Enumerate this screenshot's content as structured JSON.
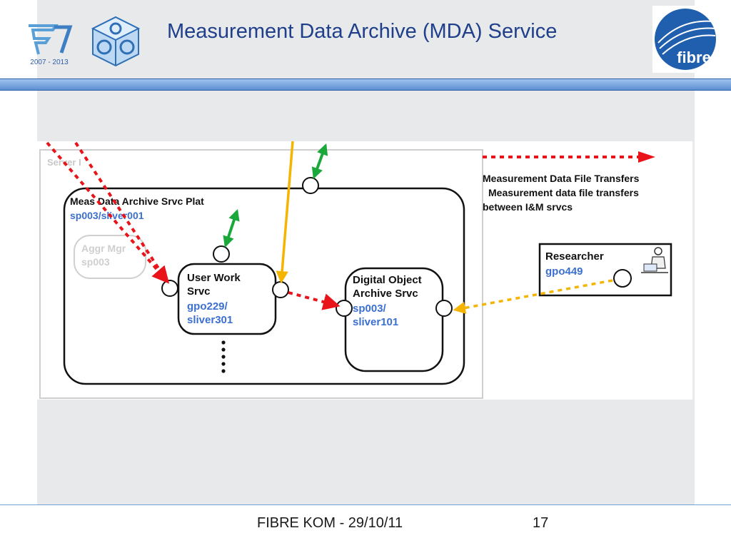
{
  "slide": {
    "title": "Measurement Data Archive (MDA) Service",
    "footer": "FIBRE KOM - 29/10/11",
    "page_number": "17"
  },
  "logos": {
    "fp7_years": "2007 - 2013",
    "fibre": "fibre"
  },
  "diagram": {
    "server_label": "Server I",
    "platform": {
      "name": "Meas Data Archive Srvc Plat",
      "id": "sp003/sliver001"
    },
    "aggr_mgr": {
      "name": "Aggr Mgr",
      "id": "sp003"
    },
    "user_work": {
      "line1": "User Work",
      "line2": "Srvc",
      "id1": "gpo229/",
      "id2": "sliver301"
    },
    "digital_archive": {
      "line1": "Digital Object",
      "line2": "Archive Srvc",
      "id1": "sp003/",
      "id2": "sliver101"
    },
    "researcher": {
      "name": "Researcher",
      "id": "gpo449"
    },
    "legend": {
      "line1": "Measurement Data File Transfers",
      "line2": "Measurement data file transfers",
      "line3": "between I&M srvcs"
    }
  },
  "colors": {
    "title": "#1f3f8a",
    "id_text": "#3b6fd0",
    "red_arrow": "#e8141a",
    "orange_arrow": "#f5b400",
    "green_arrow": "#1aa83a"
  }
}
